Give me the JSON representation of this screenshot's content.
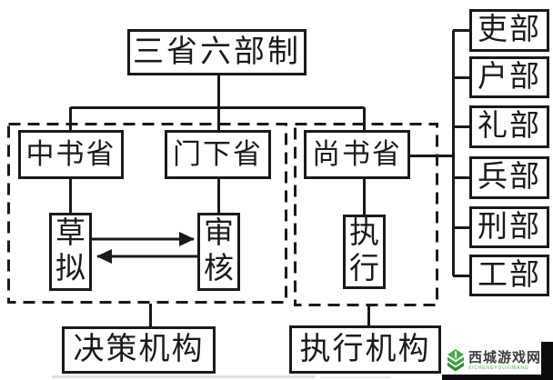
{
  "title": "三省六部制",
  "departments": [
    {
      "label": "中书省",
      "function": "草拟"
    },
    {
      "label": "门下省",
      "function": "审核"
    },
    {
      "label": "尚书省",
      "function": "执行"
    }
  ],
  "ministries": [
    {
      "label": "吏部"
    },
    {
      "label": "户部"
    },
    {
      "label": "礼部"
    },
    {
      "label": "兵部"
    },
    {
      "label": "刑部"
    },
    {
      "label": "工部"
    }
  ],
  "categories": {
    "decision": "决策机构",
    "executive": "执行机构"
  },
  "watermark": {
    "site_name": "西城游戏网",
    "site_romanized": "XICHENGYOUXIWANG"
  },
  "colors": {
    "line": "#1a1a1a",
    "background": "#ffffff",
    "watermark_green": "#3ba23b",
    "watermark_text": "#3d3d3d"
  }
}
